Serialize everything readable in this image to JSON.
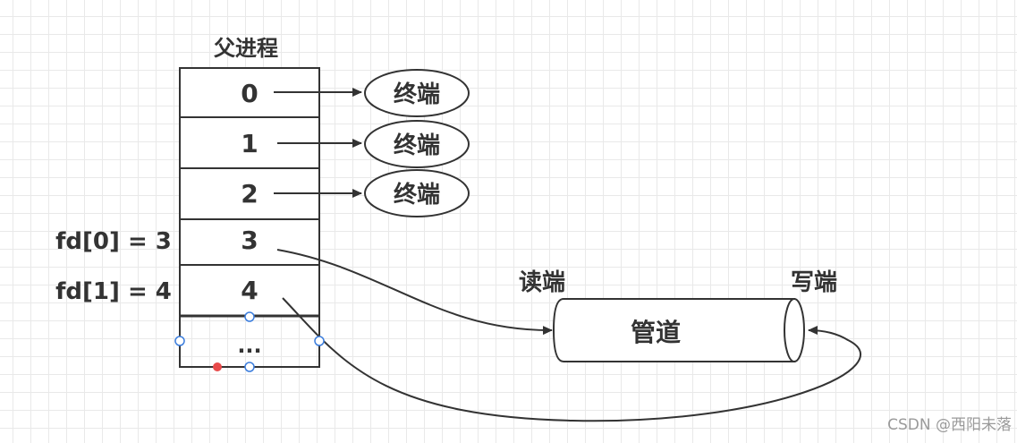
{
  "process_title": "父进程",
  "fd_cells": [
    "0",
    "1",
    "2",
    "3",
    "4",
    "..."
  ],
  "terminals": [
    "终端",
    "终端",
    "终端"
  ],
  "fd_labels": [
    "fd[0] = 3",
    "fd[1] = 4"
  ],
  "pipe": {
    "label": "管道",
    "read_end": "读端",
    "write_end": "写端"
  },
  "watermark": "CSDN @西阳未落",
  "colors": {
    "stroke": "#333333",
    "grid": "#e9e9e9",
    "selection_handle": "#3b7ddd",
    "selection_dot": "#e84a4a"
  }
}
